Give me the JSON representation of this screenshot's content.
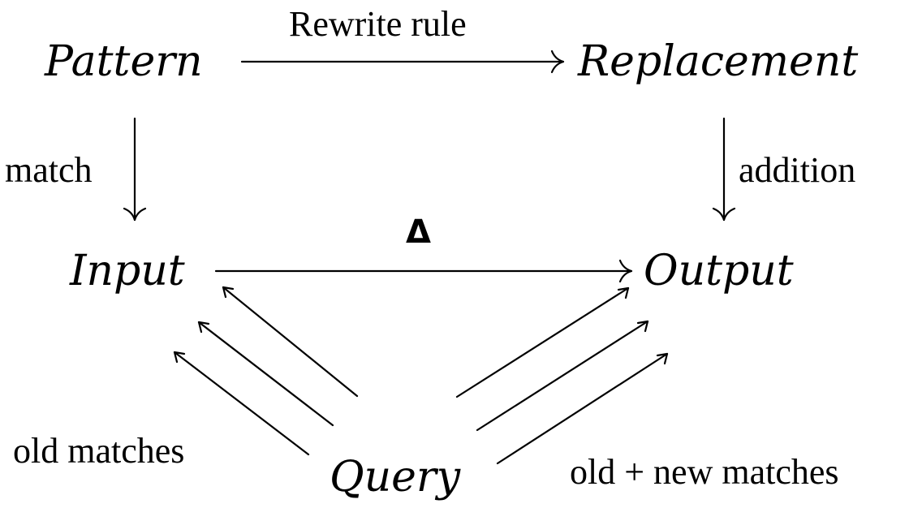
{
  "nodes": {
    "pattern": "Pattern",
    "replacement": "Replacement",
    "input": "Input",
    "output": "Output",
    "query": "Query"
  },
  "edges": {
    "rewrite_rule": "Rewrite rule",
    "match": "match",
    "addition": "addition",
    "delta": "Δ",
    "old_matches": "old matches",
    "old_new_matches": "old + new matches"
  }
}
